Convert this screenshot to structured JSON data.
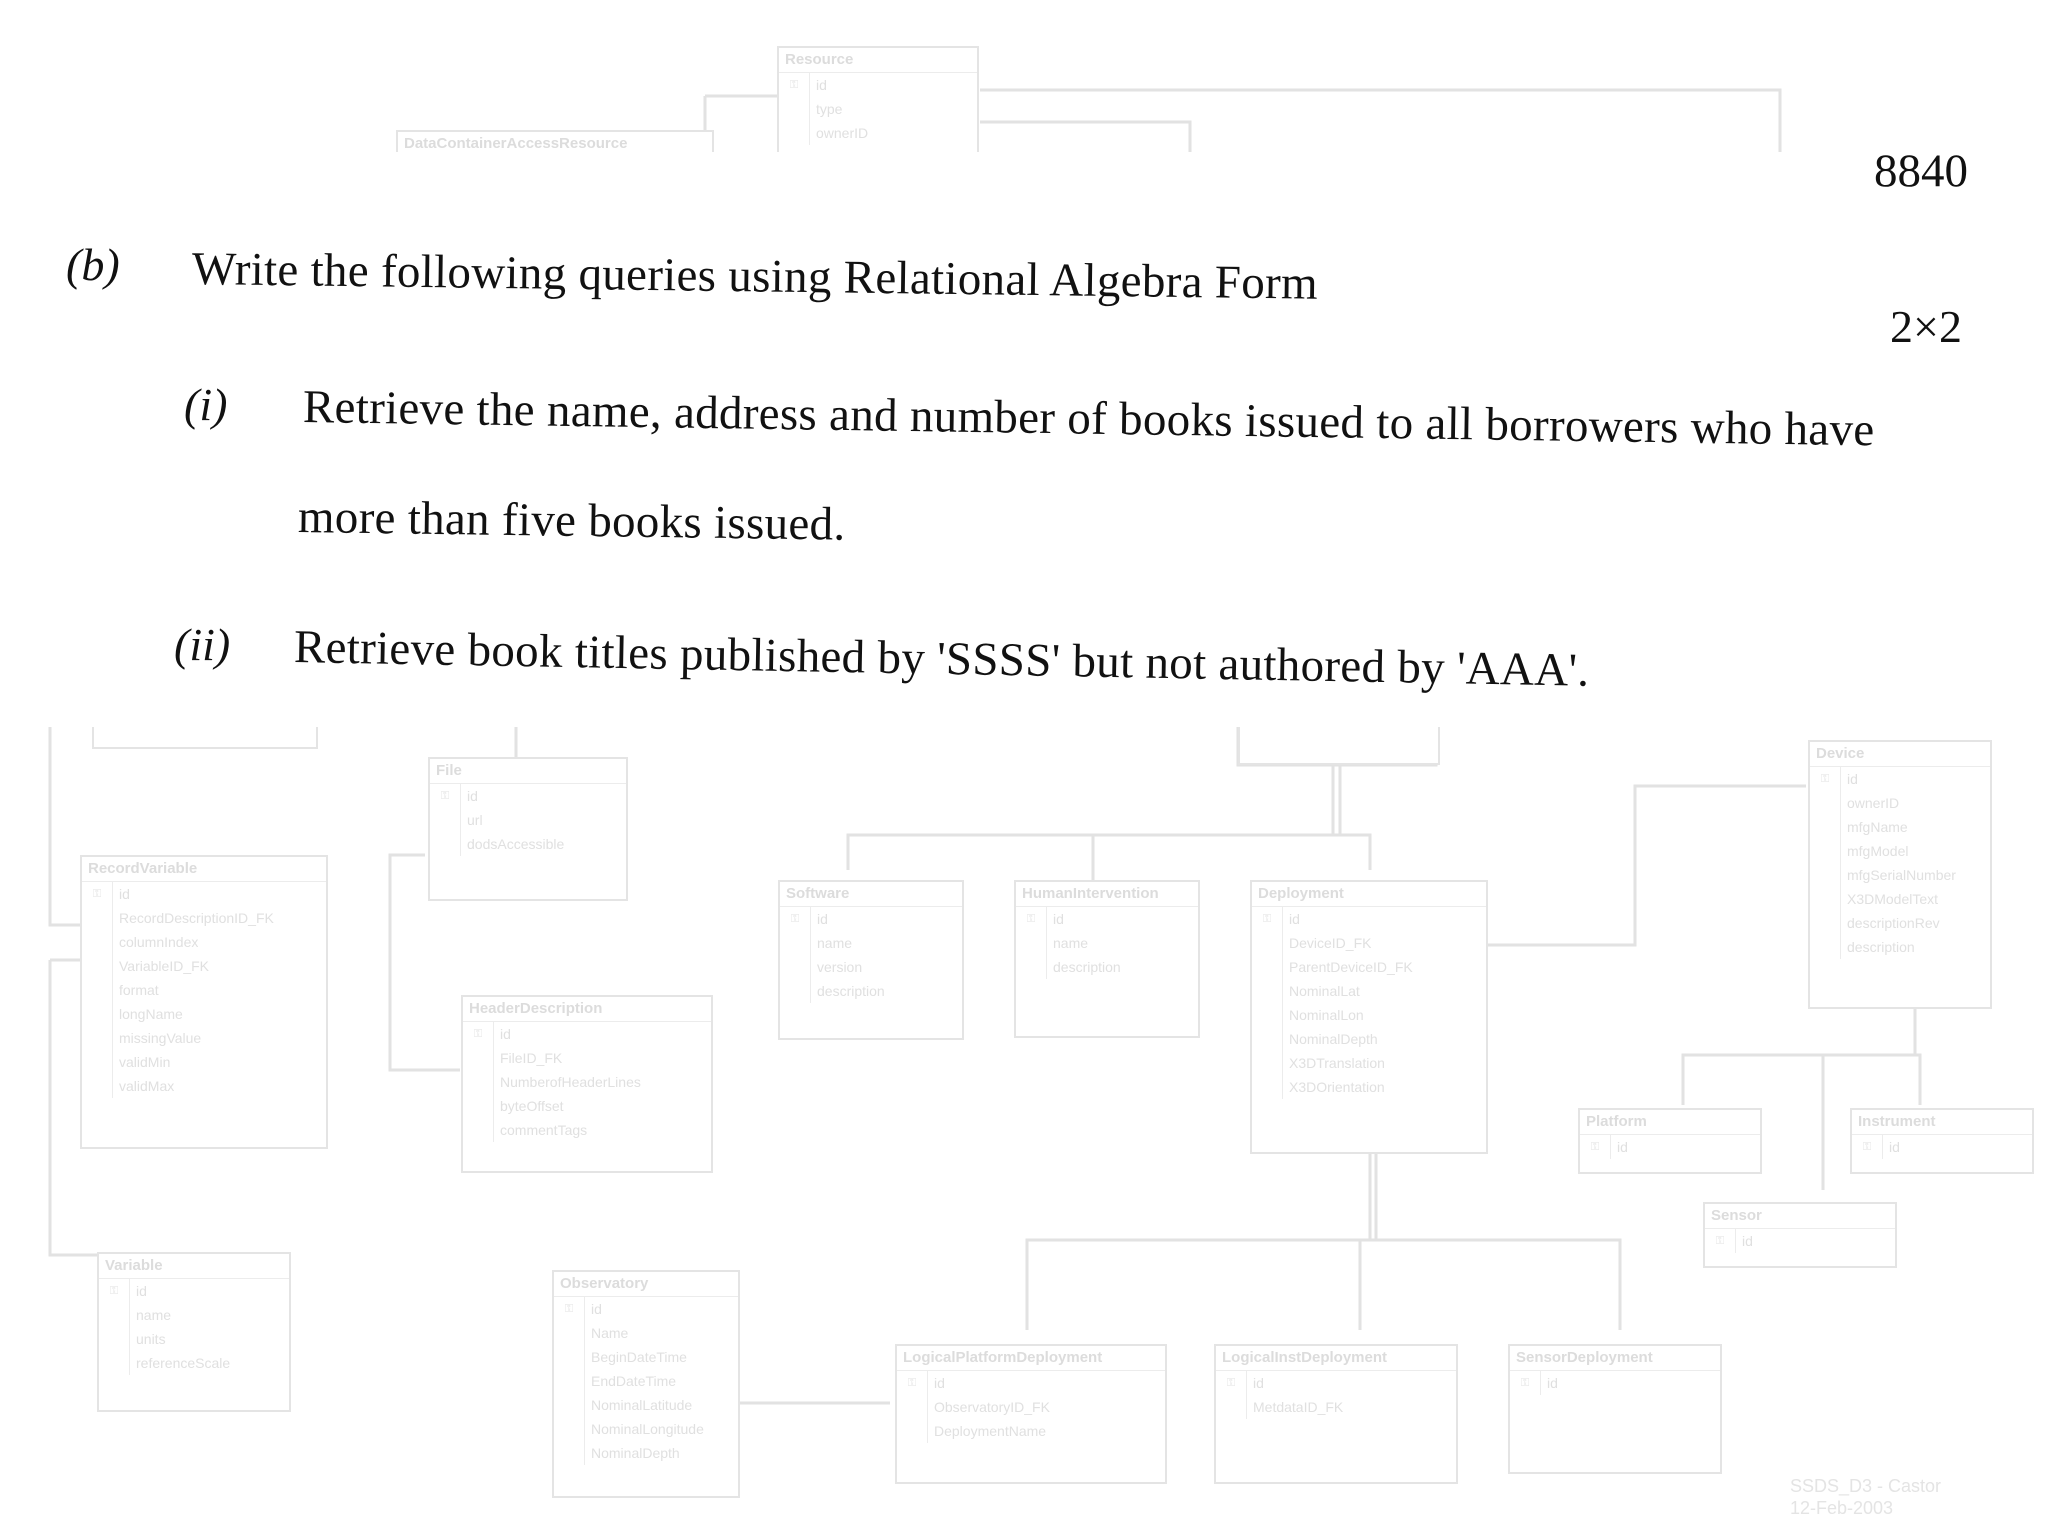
{
  "page_number": "8840",
  "question": {
    "label": "(b)",
    "text": "Write the following queries using Relational Algebra Form",
    "marks": "2×2",
    "parts": [
      {
        "label": "(i)",
        "line1": "Retrieve the name, address and number of books issued to all borrowers who have",
        "line2": "more than five books issued."
      },
      {
        "label": "(ii)",
        "line1": "Retrieve book titles published by 'SSSS' but not authored by 'AAA'."
      }
    ]
  },
  "background_diagram": {
    "tables": [
      {
        "name": "Resource",
        "fields": [
          "id",
          "type",
          "ownerID"
        ]
      },
      {
        "name": "DataContainerAccessResource",
        "fields": []
      },
      {
        "name": "File",
        "fields": [
          "id",
          "url",
          "dodsAccessible"
        ]
      },
      {
        "name": "RecordVariable",
        "fields": [
          "id",
          "RecordDescriptionID_FK",
          "columnIndex",
          "VariableID_FK",
          "format",
          "longName",
          "missingValue",
          "validMin",
          "validMax"
        ]
      },
      {
        "name": "HeaderDescription",
        "fields": [
          "id",
          "FileID_FK",
          "NumberofHeaderLines",
          "byteOffset",
          "commentTags"
        ]
      },
      {
        "name": "Software",
        "fields": [
          "id",
          "name",
          "version",
          "description"
        ]
      },
      {
        "name": "HumanIntervention",
        "fields": [
          "id",
          "name",
          "description"
        ]
      },
      {
        "name": "Deployment",
        "fields": [
          "id",
          "DeviceID_FK",
          "ParentDeviceID_FK",
          "NominalLat",
          "NominalLon",
          "NominalDepth",
          "X3DTranslation",
          "X3DOrientation"
        ]
      },
      {
        "name": "Device",
        "fields": [
          "id",
          "ownerID",
          "mfgName",
          "mfgModel",
          "mfgSerialNumber",
          "X3DModelText",
          "descriptionRev",
          "description"
        ]
      },
      {
        "name": "Platform",
        "fields": [
          "id"
        ]
      },
      {
        "name": "Instrument",
        "fields": [
          "id"
        ]
      },
      {
        "name": "Sensor",
        "fields": [
          "id"
        ]
      },
      {
        "name": "Variable",
        "fields": [
          "id",
          "name",
          "units",
          "referenceScale"
        ]
      },
      {
        "name": "Observatory",
        "fields": [
          "id",
          "Name",
          "BeginDateTime",
          "EndDateTime",
          "NominalLatitude",
          "NominalLongitude",
          "NominalDepth"
        ]
      },
      {
        "name": "LogicalPlatformDeployment",
        "fields": [
          "id",
          "ObservatoryID_FK",
          "DeploymentName"
        ]
      },
      {
        "name": "LogicalInstDeployment",
        "fields": [
          "id",
          "MetdataID_FK"
        ]
      },
      {
        "name": "SensorDeployment",
        "fields": [
          "id"
        ]
      }
    ],
    "watermark_line1": "SSDS_D3 - Castor",
    "watermark_line2": "12-Feb-2003"
  }
}
